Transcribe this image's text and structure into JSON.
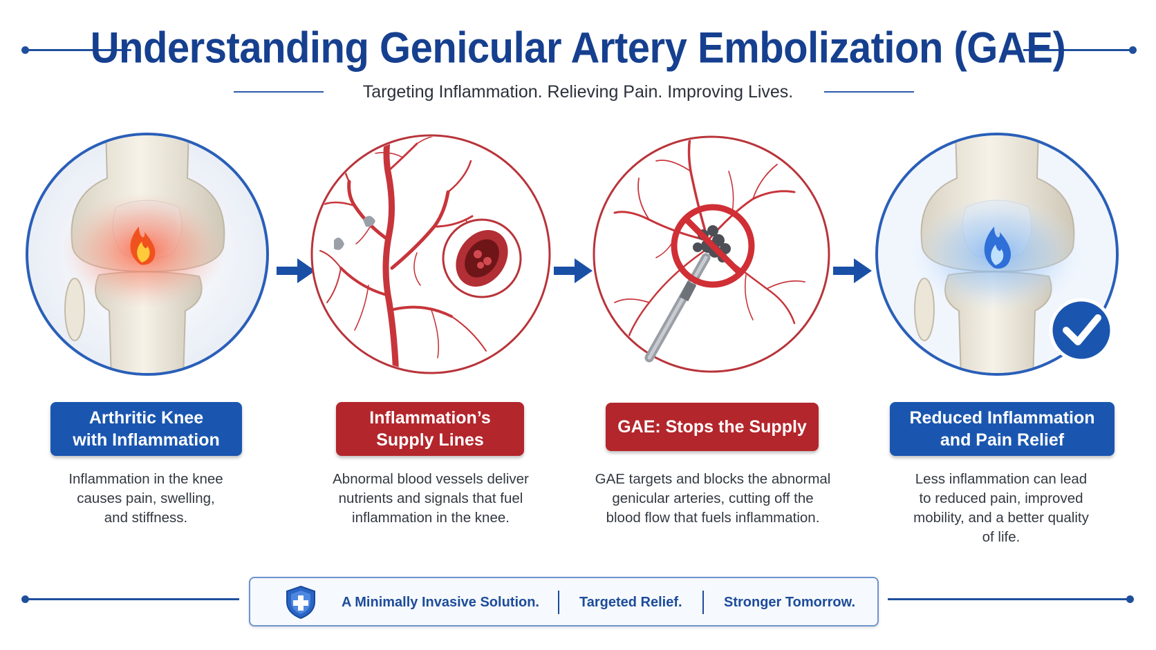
{
  "title": "Understanding Genicular Artery Embolization (GAE)",
  "subtitle": "Targeting Inflammation. Relieving Pain. Improving Lives.",
  "colors": {
    "primary_blue": "#1a56b0",
    "title_blue": "#16408f",
    "accent_red": "#b3262c"
  },
  "steps": [
    {
      "icon": "inflamed-knee-icon",
      "label_line1": "Arthritic Knee",
      "label_line2": "with Inflammation",
      "desc_line1": "Inflammation in the knee",
      "desc_line2": "causes pain, swelling,",
      "desc_line3": "and stiffness."
    },
    {
      "icon": "blood-vessels-icon",
      "label_line1": "Inflammation’s",
      "label_line2": "Supply Lines",
      "desc_line1": "Abnormal blood vessels deliver",
      "desc_line2": "nutrients and signals that fuel",
      "desc_line3": "inflammation in the knee."
    },
    {
      "icon": "blocked-artery-icon",
      "label_line1": "GAE: Stops the Supply",
      "desc_line1": "GAE targets and blocks the abnormal",
      "desc_line2": "genicular arteries, cutting off the",
      "desc_line3": "blood flow that fuels inflammation."
    },
    {
      "icon": "healthy-knee-icon",
      "label_line1": "Reduced Inflammation",
      "label_line2": "and Pain Relief",
      "desc_line1": "Less inflammation can lead",
      "desc_line2": "to reduced pain, improved",
      "desc_line3": "mobility, and a better quality",
      "desc_line4": "of life."
    }
  ],
  "footer": {
    "icon": "shield-plus-icon",
    "item1": "A Minimally Invasive Solution.",
    "item2": "Targeted Relief.",
    "item3": "Stronger Tomorrow."
  }
}
